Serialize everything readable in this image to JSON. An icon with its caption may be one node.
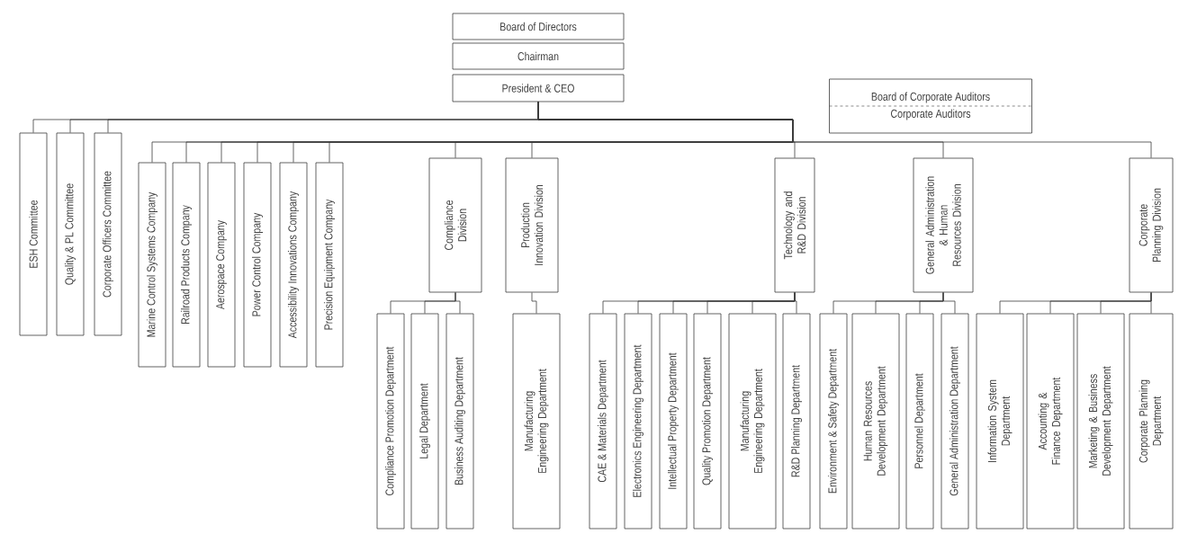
{
  "diagram": {
    "nodes": [
      {
        "text": [
          "Board of Directors"
        ]
      },
      {
        "text": [
          "Chairman"
        ]
      },
      {
        "text": [
          "President & CEO"
        ]
      },
      {
        "text": [
          "Board of Corporate Auditors",
          "Corporate Auditors"
        ]
      },
      {
        "text": [
          "ESH Committee"
        ]
      },
      {
        "text": [
          "Quality & PL Committee"
        ]
      },
      {
        "text": [
          "Corporate Officers Committee"
        ]
      },
      {
        "text": [
          "Marine Control Systems Company"
        ]
      },
      {
        "text": [
          "Railroad Products Company"
        ]
      },
      {
        "text": [
          "Aerospace Company"
        ]
      },
      {
        "text": [
          "Power Control Company"
        ]
      },
      {
        "text": [
          "Accessibility Innovations Company"
        ]
      },
      {
        "text": [
          "Precision Equipment Company"
        ]
      },
      {
        "text": [
          "Compliance Division"
        ]
      },
      {
        "text": [
          "Production Innovation Division"
        ]
      },
      {
        "text": [
          "Technology and R&D Division"
        ]
      },
      {
        "text": [
          "General Administration & Human Resources Division"
        ]
      },
      {
        "text": [
          "Corporate Planning Division"
        ]
      },
      {
        "text": [
          "Compliance Promotion Department"
        ]
      },
      {
        "text": [
          "Legal Department"
        ]
      },
      {
        "text": [
          "Business Auditing Department"
        ]
      },
      {
        "text": [
          "Manufacturing Engineering Department"
        ]
      },
      {
        "text": [
          "CAE & Materials Department"
        ]
      },
      {
        "text": [
          "Electronics Engineering Department"
        ]
      },
      {
        "text": [
          "Intellectual Property Department"
        ]
      },
      {
        "text": [
          "Quality Promotion Department"
        ]
      },
      {
        "text": [
          "Manufacturing Engineering Department"
        ]
      },
      {
        "text": [
          "R&D Planning Department"
        ]
      },
      {
        "text": [
          "Environment & Safety Department"
        ]
      },
      {
        "text": [
          "Human Resources Development Department"
        ]
      },
      {
        "text": [
          "Personnel Department"
        ]
      },
      {
        "text": [
          "General Administration Department"
        ]
      },
      {
        "text": [
          "Information System Department"
        ]
      },
      {
        "text": [
          "Accounting & Finance Department"
        ]
      },
      {
        "text": [
          "Marketing & Business Development Department"
        ]
      },
      {
        "text": [
          "Corporate Planning Department"
        ]
      }
    ],
    "edges": [
      {
        "from": 2,
        "to": 4,
        "arrow": "none"
      },
      {
        "from": 2,
        "to": 5,
        "arrow": "none"
      },
      {
        "from": 2,
        "to": 6,
        "arrow": "none"
      },
      {
        "from": 2,
        "to": 7,
        "arrow": "none"
      },
      {
        "from": 2,
        "to": 8,
        "arrow": "none"
      },
      {
        "from": 2,
        "to": 9,
        "arrow": "none"
      },
      {
        "from": 2,
        "to": 10,
        "arrow": "none"
      },
      {
        "from": 2,
        "to": 11,
        "arrow": "none"
      },
      {
        "from": 2,
        "to": 12,
        "arrow": "none"
      },
      {
        "from": 2,
        "to": 13,
        "arrow": "none"
      },
      {
        "from": 2,
        "to": 14,
        "arrow": "none"
      },
      {
        "from": 2,
        "to": 15,
        "arrow": "none"
      },
      {
        "from": 2,
        "to": 16,
        "arrow": "none"
      },
      {
        "from": 2,
        "to": 17,
        "arrow": "none"
      },
      {
        "from": 13,
        "to": 18,
        "arrow": "none"
      },
      {
        "from": 13,
        "to": 19,
        "arrow": "none"
      },
      {
        "from": 13,
        "to": 20,
        "arrow": "none"
      },
      {
        "from": 14,
        "to": 21,
        "arrow": "none"
      },
      {
        "from": 15,
        "to": 22,
        "arrow": "none"
      },
      {
        "from": 15,
        "to": 23,
        "arrow": "none"
      },
      {
        "from": 15,
        "to": 24,
        "arrow": "none"
      },
      {
        "from": 15,
        "to": 25,
        "arrow": "none"
      },
      {
        "from": 15,
        "to": 26,
        "arrow": "none"
      },
      {
        "from": 15,
        "to": 27,
        "arrow": "none"
      },
      {
        "from": 16,
        "to": 28,
        "arrow": "none"
      },
      {
        "from": 16,
        "to": 29,
        "arrow": "none"
      },
      {
        "from": 16,
        "to": 30,
        "arrow": "none"
      },
      {
        "from": 16,
        "to": 31,
        "arrow": "none"
      },
      {
        "from": 17,
        "to": 32,
        "arrow": "none"
      },
      {
        "from": 17,
        "to": 33,
        "arrow": "none"
      },
      {
        "from": 17,
        "to": 34,
        "arrow": "none"
      },
      {
        "from": 17,
        "to": 35,
        "arrow": "none"
      }
    ]
  }
}
